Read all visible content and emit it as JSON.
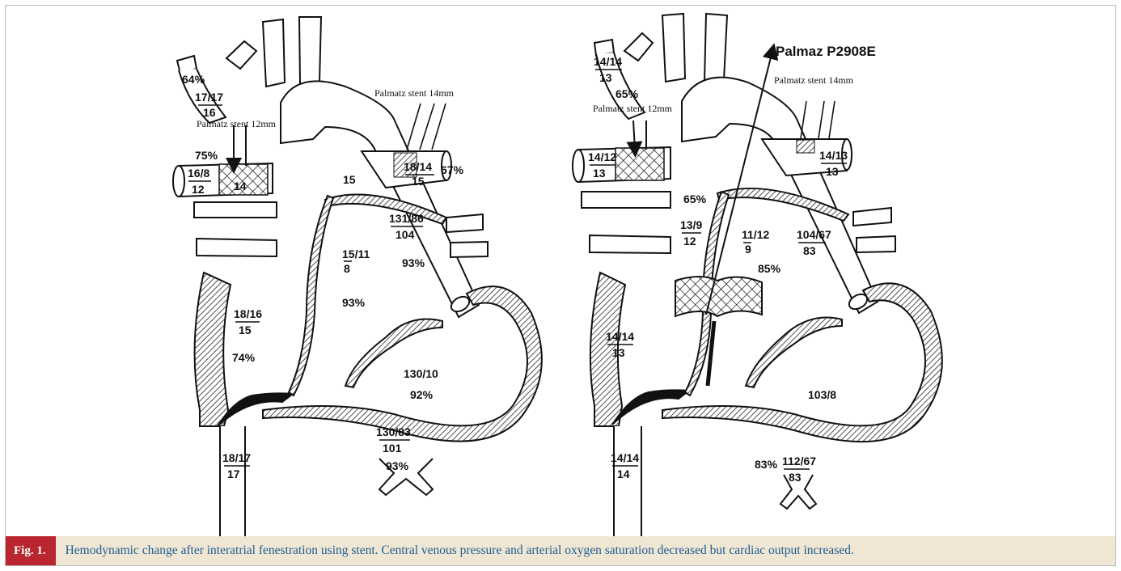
{
  "figure": {
    "label": "Fig. 1.",
    "caption": "Hemodynamic change after interatrial fenestration using stent. Central venous pressure and arterial oxygen saturation decreased but cardiac output increased."
  },
  "left_diagram": {
    "svc_sat": "64%",
    "svc_pressure": "17/17",
    "svc_mean": "16",
    "stent_12mm": "Palmatz stent 12mm",
    "stent_14mm": "Palmatz stent 14mm",
    "rpa_sat": "75%",
    "rpa_pressure": "16/8",
    "rpa_mean": "12",
    "rpa_stent_mean": "14",
    "conduit_mean": "15",
    "lpa_pressure": "18/14",
    "lpa_mean": "15",
    "lpa_sat": "67%",
    "aorta_pressure": "131/86",
    "aorta_mean": "104",
    "la_pressure": "15/11",
    "la_mean": "8",
    "la_sat": "93%",
    "aorta_sat": "93%",
    "ra_pressure": "18/16",
    "ra_mean": "15",
    "ra_sat": "74%",
    "lv_pressure": "130/10",
    "lv_sat": "92%",
    "ivc_pressure": "18/17",
    "ivc_mean": "17",
    "desc_aorta_pressure": "130/83",
    "desc_aorta_mean": "101",
    "desc_aorta_sat": "93%"
  },
  "right_diagram": {
    "device_label": "Palmaz P2908E",
    "svc_pressure": "14/14",
    "svc_mean": "13",
    "svc_sat": "65%",
    "stent_12mm": "Palmatz stent 12mm",
    "stent_14mm": "Palmatz stent 14mm",
    "rpa_pressure": "14/12",
    "rpa_mean": "13",
    "lpa_pressure": "14/13",
    "lpa_mean": "13",
    "conduit_sat": "65%",
    "ra_upper_pressure": "13/9",
    "ra_upper_mean": "12",
    "la_pressure": "11/12",
    "la_mean": "9",
    "la_sat": "85%",
    "aorta_pressure": "104/67",
    "aorta_mean": "83",
    "ra_pressure": "14/14",
    "ra_mean": "13",
    "lv_pressure": "103/8",
    "ivc_pressure": "14/14",
    "ivc_mean": "14",
    "desc_aorta_sat": "83%",
    "desc_aorta_pressure": "112/67",
    "desc_aorta_mean": "83"
  }
}
